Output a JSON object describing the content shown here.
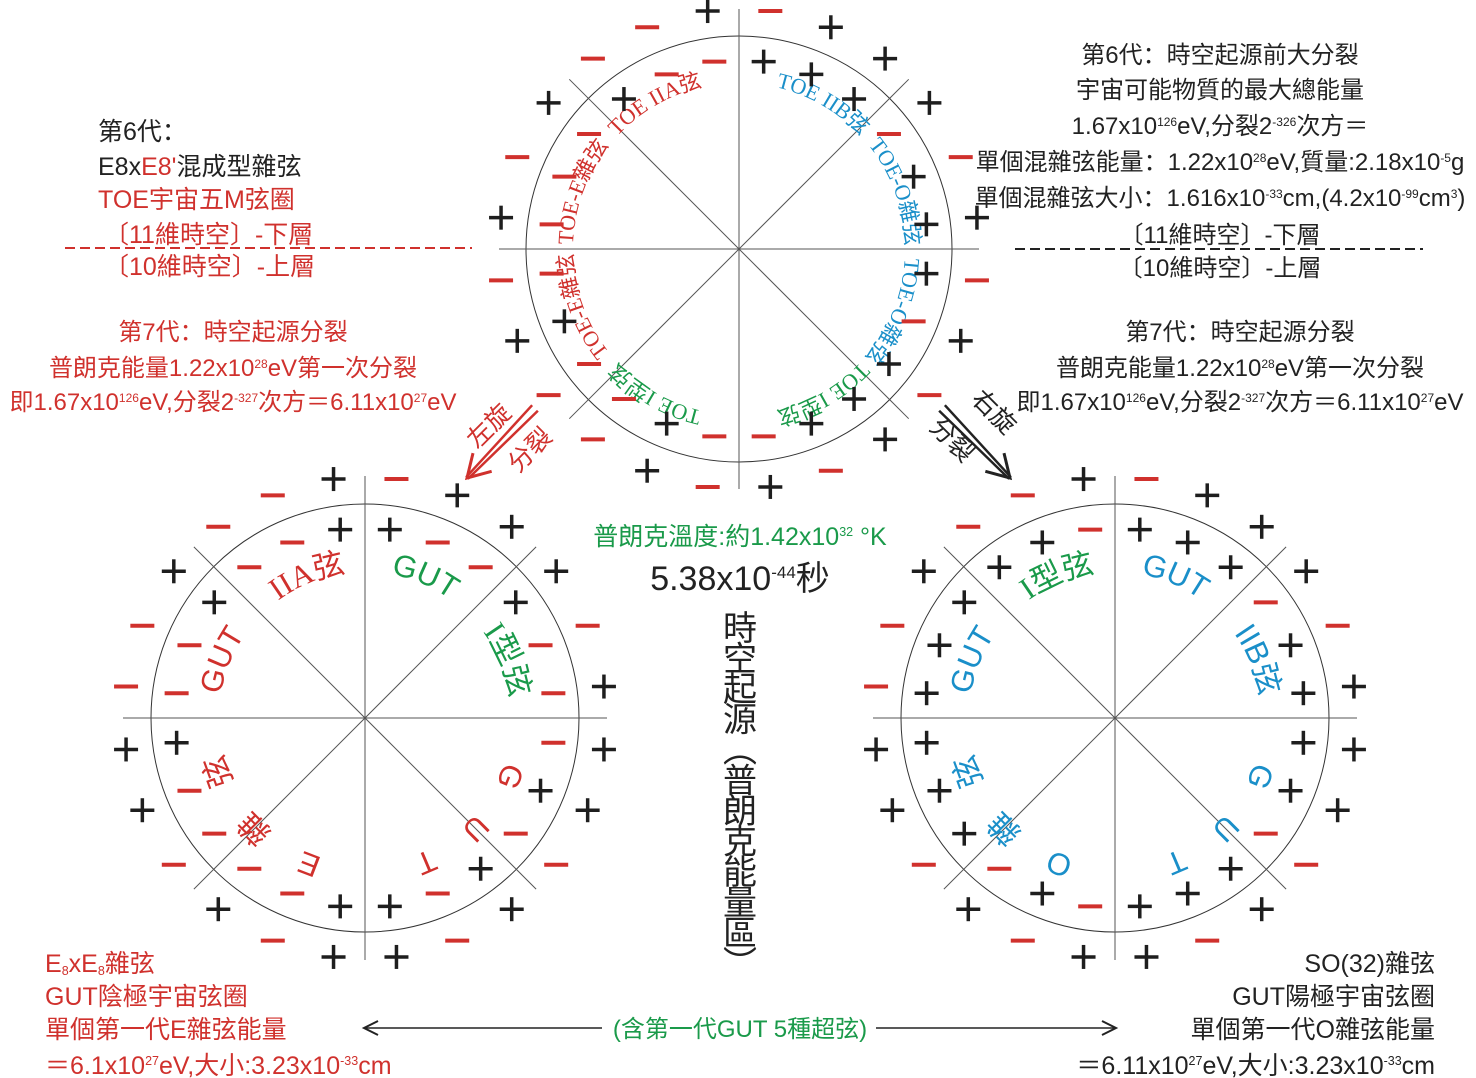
{
  "colors": {
    "r": "#d0312d",
    "k": "#222222",
    "g": "#1a9a4a",
    "b": "#1a8fc9"
  },
  "circles": [
    {
      "name": "top-toe-circle",
      "labels": [
        {
          "text": "TOE IIA弦",
          "c": "r"
        },
        {
          "text": "TOE IIB弦",
          "c": "b"
        },
        {
          "text": "TOE-O雜弦",
          "c": "b"
        },
        {
          "text": "TOE-O雜弦",
          "c": "b"
        },
        {
          "text": "TOE I型弦",
          "c": "g"
        },
        {
          "text": "TOE I型弦",
          "c": "g"
        },
        {
          "text": "TOE-E雜弦",
          "c": "r"
        },
        {
          "text": "TOE-E雜弦",
          "c": "r"
        }
      ],
      "outer_charges": "-+++-+-+-+-+-+--+-+-+--+",
      "inner_charges": "+++-+++-+++--+--+----+--"
    },
    {
      "name": "left-gut-circle",
      "labels": [
        {
          "text": "IIA弦",
          "c": "r"
        },
        {
          "text": "GUT",
          "c": "g"
        },
        {
          "text": "I型弦",
          "c": "g"
        },
        {
          "text": "G",
          "c": "r"
        },
        {
          "text": "U",
          "c": "r"
        },
        {
          "text": "T",
          "c": "r"
        },
        {
          "text": "E",
          "c": "r"
        },
        {
          "text": "雜",
          "c": "r"
        },
        {
          "text": "弦",
          "c": "r"
        },
        {
          "text": "GUT",
          "c": "r"
        }
      ],
      "outer_charges": "-+++-+++-+-++-+-++--+--+",
      "inner_charges": "+--+---+-+-++----+--+--+"
    },
    {
      "name": "right-gut-circle",
      "labels": [
        {
          "text": "I型弦",
          "c": "g"
        },
        {
          "text": "GUT",
          "c": "b"
        },
        {
          "text": "IIB弦",
          "c": "b"
        },
        {
          "text": "G",
          "c": "b"
        },
        {
          "text": "U",
          "c": "b"
        },
        {
          "text": "T",
          "c": "b"
        },
        {
          "text": "O",
          "c": "b"
        },
        {
          "text": "雜",
          "c": "b"
        },
        {
          "text": "弦",
          "c": "b"
        },
        {
          "text": "GUT",
          "c": "b"
        }
      ],
      "outer_charges": "-+++-+++-+-++-+-++--+--+",
      "inner_charges": "+++-++++-+++-+-++++++++-"
    }
  ],
  "blocks": {
    "top_left": {
      "lines": [
        {
          "segs": [
            {
              "t": "第6代：",
              "c": "k"
            }
          ]
        },
        {
          "segs": [
            {
              "t": "E8x",
              "c": "k"
            },
            {
              "t": "E8'",
              "c": "r"
            },
            {
              "t": "混成型雜弦",
              "c": "k"
            }
          ]
        },
        {
          "segs": [
            {
              "t": "TOE宇宙五M弦圈",
              "c": "r"
            }
          ]
        },
        {
          "segs": [
            {
              "t": "〔11維時空〕-下層",
              "c": "r"
            }
          ]
        },
        {
          "segs": [
            {
              "t": "〔10維時空〕-上層",
              "c": "r"
            }
          ]
        }
      ]
    },
    "left_gen7": {
      "lines": [
        {
          "segs": [
            {
              "t": "第7代：時空起源分裂",
              "c": "r"
            }
          ]
        },
        {
          "segs": [
            {
              "t": "普朗克能量1.22x10",
              "c": "r"
            },
            {
              "t": "28",
              "c": "r",
              "sup": true
            },
            {
              "t": "eV第一次分裂",
              "c": "r"
            }
          ]
        },
        {
          "segs": [
            {
              "t": "即1.67x10",
              "c": "r"
            },
            {
              "t": "126",
              "c": "r",
              "sup": true
            },
            {
              "t": "eV,分裂2",
              "c": "r"
            },
            {
              "t": "-327",
              "c": "r",
              "sup": true
            },
            {
              "t": "次方＝6.11x10",
              "c": "r"
            },
            {
              "t": "27",
              "c": "r",
              "sup": true
            },
            {
              "t": "eV",
              "c": "r"
            }
          ]
        }
      ]
    },
    "top_right": {
      "lines": [
        {
          "segs": [
            {
              "t": "第6代：時空起源前大分裂",
              "c": "k"
            }
          ]
        },
        {
          "segs": [
            {
              "t": "宇宙可能物質的最大總能量",
              "c": "k"
            }
          ]
        },
        {
          "segs": [
            {
              "t": "1.67x10",
              "c": "k"
            },
            {
              "t": "126",
              "c": "k",
              "sup": true
            },
            {
              "t": "eV,分裂2",
              "c": "k"
            },
            {
              "t": "-326",
              "c": "k",
              "sup": true
            },
            {
              "t": "次方＝",
              "c": "k"
            }
          ]
        },
        {
          "segs": [
            {
              "t": "單個混雜弦能量：1.22x10",
              "c": "k"
            },
            {
              "t": "28",
              "c": "k",
              "sup": true
            },
            {
              "t": "eV,質量:2.18x10",
              "c": "k"
            },
            {
              "t": "-5",
              "c": "k",
              "sup": true
            },
            {
              "t": "g",
              "c": "k"
            }
          ]
        },
        {
          "segs": [
            {
              "t": "單個混雜弦大小：1.616x10",
              "c": "k"
            },
            {
              "t": "-33",
              "c": "k",
              "sup": true
            },
            {
              "t": "cm,(4.2x10",
              "c": "k"
            },
            {
              "t": "-99",
              "c": "k",
              "sup": true
            },
            {
              "t": "cm",
              "c": "k"
            },
            {
              "t": "3",
              "c": "k",
              "sup": true
            },
            {
              "t": ")",
              "c": "k"
            }
          ]
        },
        {
          "segs": [
            {
              "t": "〔11維時空〕-下層",
              "c": "k"
            }
          ]
        },
        {
          "segs": [
            {
              "t": "〔10維時空〕-上層",
              "c": "k"
            }
          ]
        }
      ]
    },
    "right_gen7": {
      "lines": [
        {
          "segs": [
            {
              "t": "第7代：時空起源分裂",
              "c": "k"
            }
          ]
        },
        {
          "segs": [
            {
              "t": "普朗克能量1.22x10",
              "c": "k"
            },
            {
              "t": "28",
              "c": "k",
              "sup": true
            },
            {
              "t": "eV第一次分裂",
              "c": "k"
            }
          ]
        },
        {
          "segs": [
            {
              "t": "即1.67x10",
              "c": "k"
            },
            {
              "t": "126",
              "c": "k",
              "sup": true
            },
            {
              "t": "eV,分裂2",
              "c": "k"
            },
            {
              "t": "-327",
              "c": "k",
              "sup": true
            },
            {
              "t": "次方＝6.11x10",
              "c": "k"
            },
            {
              "t": "27",
              "c": "k",
              "sup": true
            },
            {
              "t": "eV",
              "c": "k"
            }
          ]
        }
      ]
    },
    "planck_temp": {
      "lines": [
        {
          "segs": [
            {
              "t": "普朗克溫度:約1.42x10",
              "c": "g"
            },
            {
              "t": "32",
              "c": "g",
              "sup": true
            },
            {
              "t": " °K",
              "c": "g"
            }
          ]
        }
      ]
    },
    "planck_time": {
      "lines": [
        {
          "segs": [
            {
              "t": "5.38x10",
              "c": "k"
            },
            {
              "t": "-44",
              "c": "k",
              "sup": true
            },
            {
              "t": "秒",
              "c": "k"
            }
          ]
        }
      ]
    },
    "bottom_left": {
      "lines": [
        {
          "segs": [
            {
              "t": "E",
              "c": "r"
            },
            {
              "t": "8",
              "c": "r",
              "sub": true
            },
            {
              "t": "xE",
              "c": "r"
            },
            {
              "t": "8",
              "c": "r",
              "sub": true
            },
            {
              "t": "雜弦",
              "c": "r"
            }
          ]
        },
        {
          "segs": [
            {
              "t": "GUT陰極宇宙弦圈",
              "c": "r"
            }
          ]
        },
        {
          "segs": [
            {
              "t": "單個第一代E雜弦能量",
              "c": "r"
            }
          ]
        },
        {
          "segs": [
            {
              "t": "＝6.1x10",
              "c": "r"
            },
            {
              "t": "27",
              "c": "r",
              "sup": true
            },
            {
              "t": "eV,大小:3.23x10",
              "c": "r"
            },
            {
              "t": "-33",
              "c": "r",
              "sup": true
            },
            {
              "t": "cm",
              "c": "r"
            }
          ]
        }
      ]
    },
    "bottom_right": {
      "lines": [
        {
          "segs": [
            {
              "t": "SO(32)雜弦",
              "c": "k"
            }
          ]
        },
        {
          "segs": [
            {
              "t": "GUT陽極宇宙弦圈",
              "c": "k"
            }
          ]
        },
        {
          "segs": [
            {
              "t": "單個第一代O雜弦能量",
              "c": "k"
            }
          ]
        },
        {
          "segs": [
            {
              "t": "＝6.11x10",
              "c": "k"
            },
            {
              "t": "27",
              "c": "k",
              "sup": true
            },
            {
              "t": "eV,大小:3.23x10",
              "c": "k"
            },
            {
              "t": "-33",
              "c": "k",
              "sup": true
            },
            {
              "t": "cm",
              "c": "k"
            }
          ]
        }
      ]
    }
  },
  "vertical_title": [
    "時",
    "空",
    "起",
    "源",
    "︵",
    "普",
    "朗",
    "克",
    "能",
    "量",
    "區",
    "︶"
  ],
  "left_arrow": {
    "top": "左旋",
    "bottom": "分裂",
    "c": "r"
  },
  "right_arrow": {
    "top": "右旋",
    "bottom": "分裂",
    "c": "k"
  },
  "bottom_arrow_label": "(含第一代GUT 5種超弦)"
}
